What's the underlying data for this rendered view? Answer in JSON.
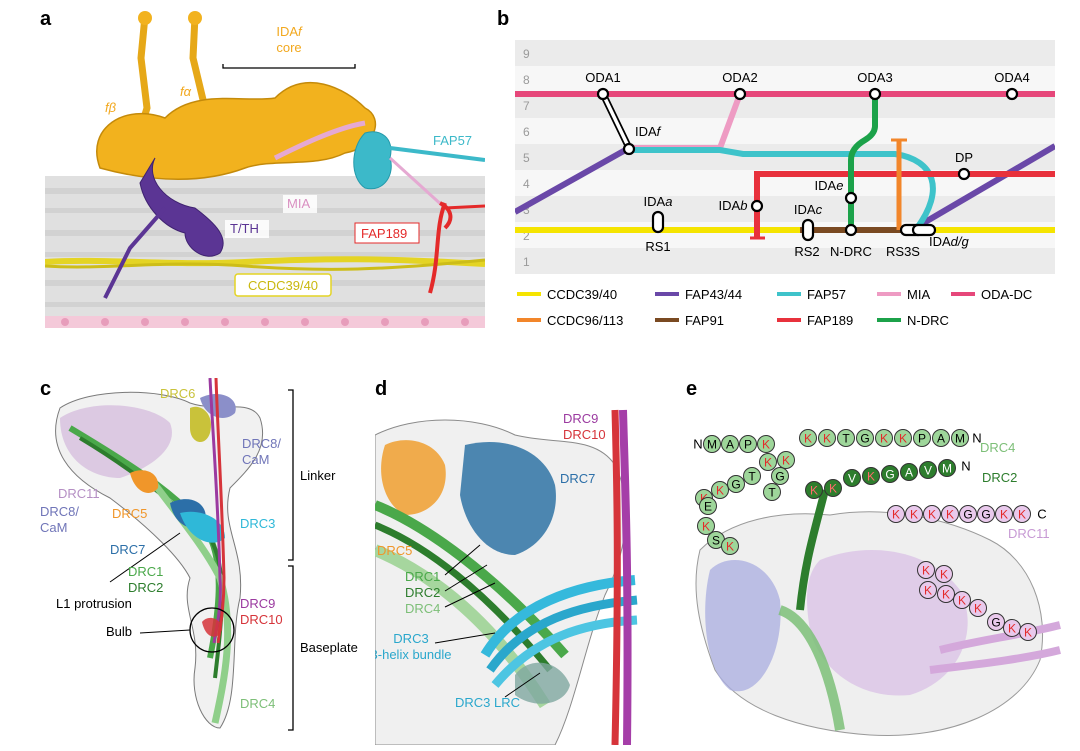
{
  "panels": {
    "a": "a",
    "b": "b",
    "c": "c",
    "d": "d",
    "e": "e"
  },
  "panel_a": {
    "labels": {
      "ida_core_1": "IDA",
      "ida_core_f": "f",
      "ida_core_2": "core",
      "f_beta": "fβ",
      "f_alpha": "fα",
      "fap57": "FAP57",
      "mia": "MIA",
      "t_th": "T/TH",
      "fap189": "FAP189",
      "ccdc": "CCDC39/40"
    },
    "colors": {
      "ida": "#f2b21e",
      "tth": "#5b3594",
      "fap57": "#3cb9c9",
      "mia": "#e5a9d2",
      "fap189": "#e42a2a",
      "ccdc": "#e4d424",
      "mt": "#d9d9d9"
    }
  },
  "panel_b": {
    "rows": [
      "9",
      "8",
      "7",
      "6",
      "5",
      "4",
      "3",
      "2",
      "1"
    ],
    "stations": {
      "oda1": "ODA1",
      "oda2": "ODA2",
      "oda3": "ODA3",
      "oda4": "ODA4",
      "idaf_1": "IDA",
      "idaf_2": "f",
      "dp": "DP",
      "idae_1": "IDA",
      "idae_2": "e",
      "idaa_1": "IDA",
      "idaa_2": "a",
      "idab_1": "IDA",
      "idab_2": "b",
      "idac_1": "IDA",
      "idac_2": "c",
      "rs1": "RS1",
      "rs2": "RS2",
      "ndrc": "N-DRC",
      "rs3s": "RS3S",
      "idadg_1": "IDA",
      "idadg_2": "d/g"
    },
    "legend": [
      {
        "label": "CCDC39/40",
        "color": "#f5e400"
      },
      {
        "label": "FAP43/44",
        "color": "#6a48a8"
      },
      {
        "label": "FAP57",
        "color": "#3ec3ca"
      },
      {
        "label": "MIA",
        "color": "#ee9bc3"
      },
      {
        "label": "ODA-DC",
        "color": "#e6477a"
      },
      {
        "label": "CCDC96/113",
        "color": "#f2862a"
      },
      {
        "label": "FAP91",
        "color": "#7a4a22"
      },
      {
        "label": "FAP189",
        "color": "#e8313c"
      },
      {
        "label": "N-DRC",
        "color": "#1ca24a"
      }
    ]
  },
  "panel_c": {
    "labels": {
      "drc6": "DRC6",
      "drc8_cam_r1": "DRC8/",
      "drc8_cam_r2": "CaM",
      "drc11": "DRC11",
      "drc8_cam_l1": "DRC8/",
      "drc8_cam_l2": "CaM",
      "drc5": "DRC5",
      "drc3": "DRC3",
      "drc7": "DRC7",
      "drc1": "DRC1",
      "drc2": "DRC2",
      "l1": "L1 protrusion",
      "drc9": "DRC9",
      "drc10": "DRC10",
      "bulb": "Bulb",
      "drc4": "DRC4",
      "linker": "Linker",
      "baseplate": "Baseplate"
    },
    "colors": {
      "drc6": "#c9c23a",
      "drc8": "#8b8fc9",
      "drc11": "#c7a8d3",
      "drc5": "#f0962a",
      "drc3": "#2fb8d8",
      "drc7": "#2c6fa8",
      "drc1": "#4aa84a",
      "drc2": "#2d7d2d",
      "drc4": "#8fcf8a",
      "drc9": "#9b3aa0",
      "drc10": "#d6343a"
    }
  },
  "panel_d": {
    "labels": {
      "drc9": "DRC9",
      "drc10": "DRC10",
      "drc7": "DRC7",
      "drc5": "DRC5",
      "drc1": "DRC1",
      "drc2": "DRC2",
      "drc4": "DRC4",
      "drc3_1": "DRC3",
      "drc3_2": "3-helix bundle",
      "drc3_lrc": "DRC3 LRC"
    }
  },
  "panel_e": {
    "drc4_top": [
      "N",
      "M",
      "A",
      "P",
      "K"
    ],
    "drc4_arc": [
      "K",
      "G",
      "T",
      "K",
      "K",
      "S",
      "E"
    ],
    "drc4_line": [
      "K",
      "K",
      "T",
      "G",
      "K",
      "K",
      "P",
      "A",
      "M",
      "N"
    ],
    "drc4_curve": [
      "E",
      "K",
      "S",
      "K"
    ],
    "drc2_seq": [
      "K",
      "K",
      "V",
      "K",
      "G",
      "A",
      "V",
      "M",
      "N"
    ],
    "drc11_top": [
      "K",
      "K",
      "K",
      "K",
      "G",
      "G",
      "K",
      "K",
      "C"
    ],
    "drc11_bottom": [
      "K",
      "K",
      "K",
      "K",
      "K",
      "K",
      "G",
      "K",
      "K"
    ],
    "labels": {
      "drc4": "DRC4",
      "drc2": "DRC2",
      "drc11": "DRC11",
      "n": "N",
      "c": "C"
    }
  }
}
